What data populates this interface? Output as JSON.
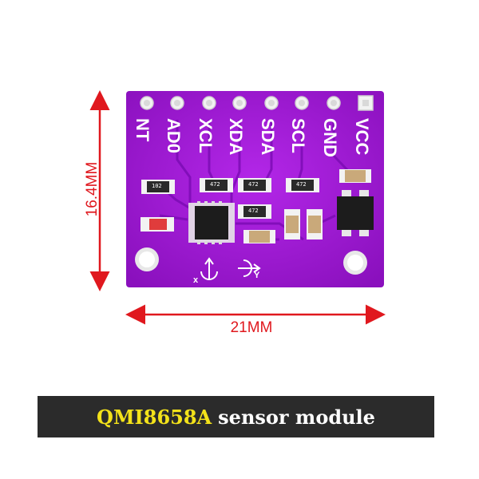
{
  "dimensions": {
    "width_label": "21MM",
    "height_label": "16.4MM"
  },
  "board": {
    "pins": [
      "NT",
      "AD0",
      "XCL",
      "XDA",
      "SDA",
      "SCL",
      "GND",
      "VCC"
    ],
    "resistor_codes": [
      "102",
      "472",
      "472",
      "472",
      "472"
    ],
    "colors": {
      "pcb": "#a11ad6",
      "trace": "#7a0bb3",
      "pad": "#f2f2f2",
      "header": "#e8e8e8",
      "chip": "#1c1c1c",
      "capacitor": "#c9a97a",
      "dimension": "#e0181e"
    }
  },
  "caption": {
    "model": "QMI8658A",
    "rest": "sensor module",
    "model_color": "#f3e21a",
    "background": "#2b2b2b"
  }
}
